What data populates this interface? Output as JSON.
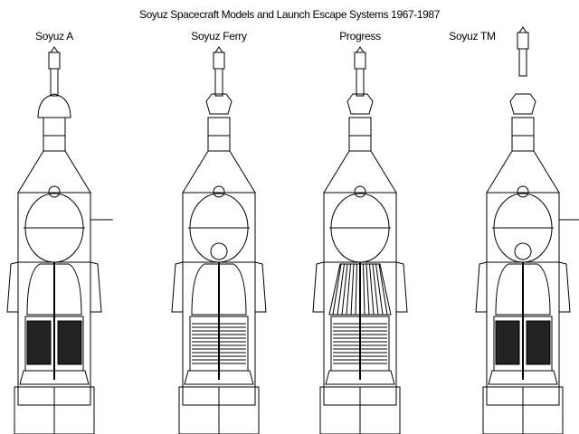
{
  "title": "Soyuz Spacecraft Models and Launch Escape Systems 1967-1987",
  "models": [
    {
      "label": "Soyuz A"
    },
    {
      "label": "Soyuz Ferry"
    },
    {
      "label": "Progress"
    },
    {
      "label": "Soyuz TM"
    }
  ]
}
